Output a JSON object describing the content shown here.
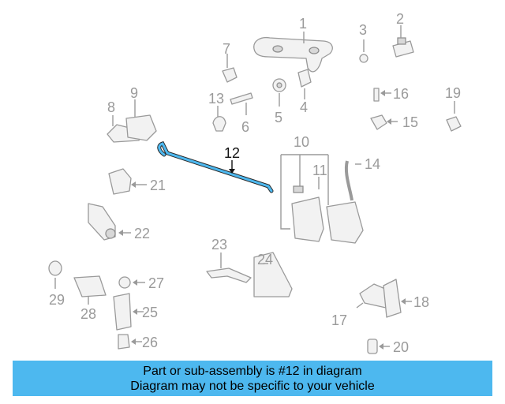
{
  "callouts": [
    "1",
    "2",
    "3",
    "4",
    "5",
    "6",
    "7",
    "8",
    "9",
    "10",
    "11",
    "12",
    "13",
    "14",
    "15",
    "16",
    "17",
    "18",
    "19",
    "20",
    "21",
    "22",
    "23",
    "24",
    "25",
    "26",
    "27",
    "28",
    "29"
  ],
  "highlighted_part": "12",
  "highlight_color": "#4db8ef",
  "banner": {
    "line1": "Part or sub-assembly is #12 in diagram",
    "line2": "Diagram may not be specific to your vehicle"
  }
}
